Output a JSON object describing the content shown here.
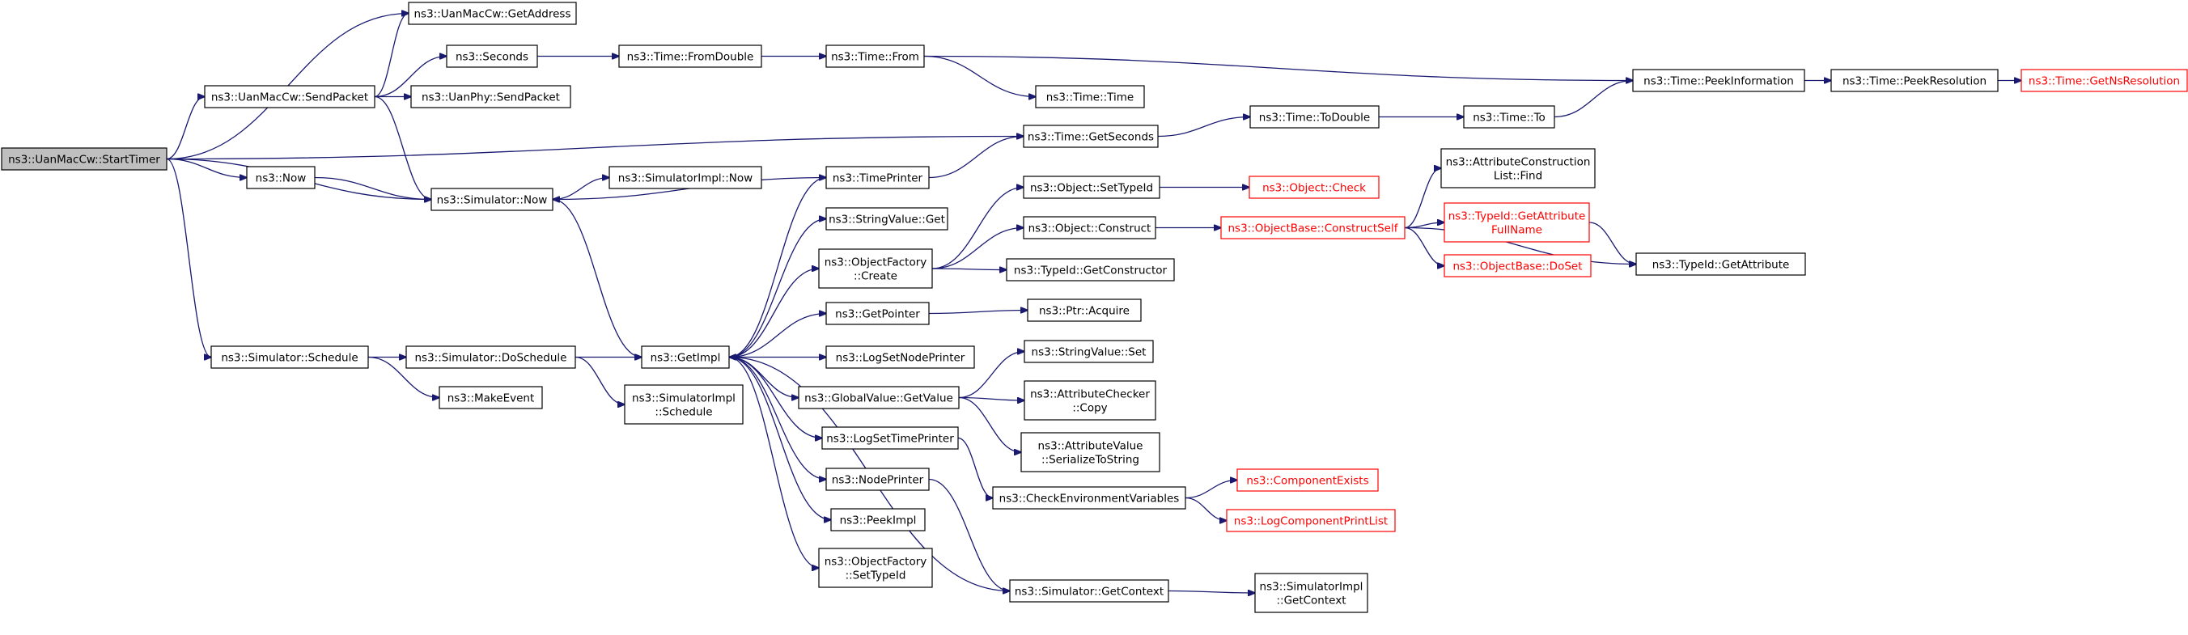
{
  "graph": {
    "nodes": [
      {
        "id": "root",
        "lines": [
          "ns3::UanMacCw::StartTimer"
        ],
        "style": "root"
      },
      {
        "id": "getaddr",
        "lines": [
          "ns3::UanMacCw::GetAddress"
        ],
        "style": "normal"
      },
      {
        "id": "sendpkt",
        "lines": [
          "ns3::UanMacCw::SendPacket"
        ],
        "style": "normal"
      },
      {
        "id": "seconds",
        "lines": [
          "ns3::Seconds"
        ],
        "style": "normal"
      },
      {
        "id": "physend",
        "lines": [
          "ns3::UanPhy::SendPacket"
        ],
        "style": "normal"
      },
      {
        "id": "fromdouble",
        "lines": [
          "ns3::Time::FromDouble"
        ],
        "style": "normal"
      },
      {
        "id": "timefrom",
        "lines": [
          "ns3::Time::From"
        ],
        "style": "normal"
      },
      {
        "id": "timetime",
        "lines": [
          "ns3::Time::Time"
        ],
        "style": "normal"
      },
      {
        "id": "peekinfo",
        "lines": [
          "ns3::Time::PeekInformation"
        ],
        "style": "normal"
      },
      {
        "id": "peekres",
        "lines": [
          "ns3::Time::PeekResolution"
        ],
        "style": "normal"
      },
      {
        "id": "getnsres",
        "lines": [
          "ns3::Time::GetNsResolution"
        ],
        "style": "ref"
      },
      {
        "id": "getseconds",
        "lines": [
          "ns3::Time::GetSeconds"
        ],
        "style": "normal"
      },
      {
        "id": "todouble",
        "lines": [
          "ns3::Time::ToDouble"
        ],
        "style": "normal"
      },
      {
        "id": "timeto",
        "lines": [
          "ns3::Time::To"
        ],
        "style": "normal"
      },
      {
        "id": "now",
        "lines": [
          "ns3::Now"
        ],
        "style": "normal"
      },
      {
        "id": "simnow",
        "lines": [
          "ns3::Simulator::Now"
        ],
        "style": "normal"
      },
      {
        "id": "implnow",
        "lines": [
          "ns3::SimulatorImpl::Now"
        ],
        "style": "normal"
      },
      {
        "id": "timeprinter",
        "lines": [
          "ns3::TimePrinter"
        ],
        "style": "normal"
      },
      {
        "id": "strget",
        "lines": [
          "ns3::StringValue::Get"
        ],
        "style": "normal"
      },
      {
        "id": "objfactcreate",
        "lines": [
          "ns3::ObjectFactory",
          "::Create"
        ],
        "style": "normal"
      },
      {
        "id": "settypeid",
        "lines": [
          "ns3::Object::SetTypeId"
        ],
        "style": "normal"
      },
      {
        "id": "objcheck",
        "lines": [
          "ns3::Object::Check"
        ],
        "style": "ref"
      },
      {
        "id": "objconstruct",
        "lines": [
          "ns3::Object::Construct"
        ],
        "style": "normal"
      },
      {
        "id": "constructself",
        "lines": [
          "ns3::ObjectBase::ConstructSelf"
        ],
        "style": "ref"
      },
      {
        "id": "attrfind",
        "lines": [
          "ns3::AttributeConstruction",
          "List::Find"
        ],
        "style": "normal"
      },
      {
        "id": "getattrfull",
        "lines": [
          "ns3::TypeId::GetAttribute",
          "FullName"
        ],
        "style": "ref"
      },
      {
        "id": "doset",
        "lines": [
          "ns3::ObjectBase::DoSet"
        ],
        "style": "ref"
      },
      {
        "id": "getattr",
        "lines": [
          "ns3::TypeId::GetAttribute"
        ],
        "style": "normal"
      },
      {
        "id": "getctor",
        "lines": [
          "ns3::TypeId::GetConstructor"
        ],
        "style": "normal"
      },
      {
        "id": "getpointer",
        "lines": [
          "ns3::GetPointer"
        ],
        "style": "normal"
      },
      {
        "id": "acquire",
        "lines": [
          "ns3::Ptr::Acquire"
        ],
        "style": "normal"
      },
      {
        "id": "schedule",
        "lines": [
          "ns3::Simulator::Schedule"
        ],
        "style": "normal"
      },
      {
        "id": "doschedule",
        "lines": [
          "ns3::Simulator::DoSchedule"
        ],
        "style": "normal"
      },
      {
        "id": "getimpl",
        "lines": [
          "ns3::GetImpl"
        ],
        "style": "normal"
      },
      {
        "id": "makeevent",
        "lines": [
          "ns3::MakeEvent"
        ],
        "style": "normal"
      },
      {
        "id": "implschedule",
        "lines": [
          "ns3::SimulatorImpl",
          "::Schedule"
        ],
        "style": "normal"
      },
      {
        "id": "logsetnode",
        "lines": [
          "ns3::LogSetNodePrinter"
        ],
        "style": "normal"
      },
      {
        "id": "strset",
        "lines": [
          "ns3::StringValue::Set"
        ],
        "style": "normal"
      },
      {
        "id": "globalget",
        "lines": [
          "ns3::GlobalValue::GetValue"
        ],
        "style": "normal"
      },
      {
        "id": "attrcheckcopy",
        "lines": [
          "ns3::AttributeChecker",
          "::Copy"
        ],
        "style": "normal"
      },
      {
        "id": "attrvalser",
        "lines": [
          "ns3::AttributeValue",
          "::SerializeToString"
        ],
        "style": "normal"
      },
      {
        "id": "logsettime",
        "lines": [
          "ns3::LogSetTimePrinter"
        ],
        "style": "normal"
      },
      {
        "id": "checkenv",
        "lines": [
          "ns3::CheckEnvironmentVariables"
        ],
        "style": "normal"
      },
      {
        "id": "compexists",
        "lines": [
          "ns3::ComponentExists"
        ],
        "style": "ref"
      },
      {
        "id": "logcomplist",
        "lines": [
          "ns3::LogComponentPrintList"
        ],
        "style": "ref"
      },
      {
        "id": "nodeprinter",
        "lines": [
          "ns3::NodePrinter"
        ],
        "style": "normal"
      },
      {
        "id": "peekimpl",
        "lines": [
          "ns3::PeekImpl"
        ],
        "style": "normal"
      },
      {
        "id": "objfactsettype",
        "lines": [
          "ns3::ObjectFactory",
          "::SetTypeId"
        ],
        "style": "normal"
      },
      {
        "id": "getcontext",
        "lines": [
          "ns3::Simulator::GetContext"
        ],
        "style": "normal"
      },
      {
        "id": "implgetctx",
        "lines": [
          "ns3::SimulatorImpl",
          "::GetContext"
        ],
        "style": "normal"
      }
    ],
    "edges": [
      [
        "root",
        "getaddr"
      ],
      [
        "root",
        "sendpkt"
      ],
      [
        "root",
        "getseconds"
      ],
      [
        "root",
        "now"
      ],
      [
        "root",
        "simnow"
      ],
      [
        "root",
        "schedule"
      ],
      [
        "sendpkt",
        "getaddr"
      ],
      [
        "sendpkt",
        "seconds"
      ],
      [
        "sendpkt",
        "physend"
      ],
      [
        "sendpkt",
        "simnow"
      ],
      [
        "seconds",
        "fromdouble"
      ],
      [
        "fromdouble",
        "timefrom"
      ],
      [
        "timefrom",
        "peekinfo"
      ],
      [
        "timefrom",
        "timetime"
      ],
      [
        "peekinfo",
        "peekres"
      ],
      [
        "peekres",
        "getnsres"
      ],
      [
        "getseconds",
        "todouble"
      ],
      [
        "todouble",
        "timeto"
      ],
      [
        "timeto",
        "peekinfo"
      ],
      [
        "now",
        "simnow"
      ],
      [
        "simnow",
        "implnow"
      ],
      [
        "simnow",
        "getimpl"
      ],
      [
        "timeprinter",
        "getseconds"
      ],
      [
        "timeprinter",
        "simnow"
      ],
      [
        "schedule",
        "doschedule"
      ],
      [
        "schedule",
        "makeevent"
      ],
      [
        "doschedule",
        "getimpl"
      ],
      [
        "doschedule",
        "implschedule"
      ],
      [
        "getimpl",
        "timeprinter"
      ],
      [
        "getimpl",
        "strget"
      ],
      [
        "getimpl",
        "objfactcreate"
      ],
      [
        "getimpl",
        "getpointer"
      ],
      [
        "getimpl",
        "logsetnode"
      ],
      [
        "getimpl",
        "globalget"
      ],
      [
        "getimpl",
        "logsettime"
      ],
      [
        "getimpl",
        "nodeprinter"
      ],
      [
        "getimpl",
        "peekimpl"
      ],
      [
        "getimpl",
        "objfactsettype"
      ],
      [
        "objfactcreate",
        "settypeid"
      ],
      [
        "objfactcreate",
        "objconstruct"
      ],
      [
        "objfactcreate",
        "getctor"
      ],
      [
        "settypeid",
        "objcheck"
      ],
      [
        "objconstruct",
        "constructself"
      ],
      [
        "constructself",
        "attrfind"
      ],
      [
        "constructself",
        "getattrfull"
      ],
      [
        "constructself",
        "doset"
      ],
      [
        "constructself",
        "getattr"
      ],
      [
        "getattrfull",
        "getattr"
      ],
      [
        "getpointer",
        "acquire"
      ],
      [
        "globalget",
        "strset"
      ],
      [
        "globalget",
        "attrcheckcopy"
      ],
      [
        "globalget",
        "attrvalser"
      ],
      [
        "logsettime",
        "checkenv"
      ],
      [
        "checkenv",
        "compexists"
      ],
      [
        "checkenv",
        "logcomplist"
      ],
      [
        "nodeprinter",
        "getcontext"
      ],
      [
        "getcontext",
        "getimpl"
      ],
      [
        "getcontext",
        "implgetctx"
      ]
    ]
  }
}
